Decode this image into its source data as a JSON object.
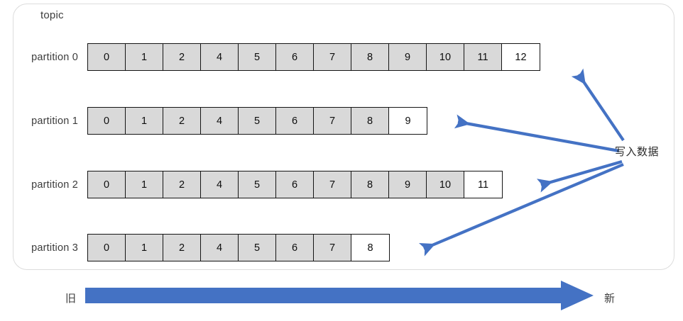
{
  "diagram": {
    "title": "Kafka topic partitions write diagram",
    "topic_label": "topic",
    "write_label": "写入数据",
    "old_label": "旧",
    "new_label": "新",
    "colors": {
      "cell_fill": "#d9d9d9",
      "cell_empty_fill": "#ffffff",
      "cell_border": "#141414",
      "arrow_blue": "#4472c4",
      "container_border": "#dcdcdc",
      "text": "#3c3c3c"
    },
    "partitions": [
      {
        "label": "partition 0",
        "cells": [
          "0",
          "1",
          "2",
          "4",
          "5",
          "6",
          "7",
          "8",
          "9",
          "10",
          "11",
          "12"
        ],
        "empty_from_index": 11
      },
      {
        "label": "partition 1",
        "cells": [
          "0",
          "1",
          "2",
          "4",
          "5",
          "6",
          "7",
          "8",
          "9"
        ],
        "empty_from_index": 8
      },
      {
        "label": "partition 2",
        "cells": [
          "0",
          "1",
          "2",
          "4",
          "5",
          "6",
          "7",
          "8",
          "9",
          "10",
          "11"
        ],
        "empty_from_index": 10
      },
      {
        "label": "partition 3",
        "cells": [
          "0",
          "1",
          "2",
          "4",
          "5",
          "6",
          "7",
          "8"
        ],
        "empty_from_index": 7
      }
    ]
  }
}
